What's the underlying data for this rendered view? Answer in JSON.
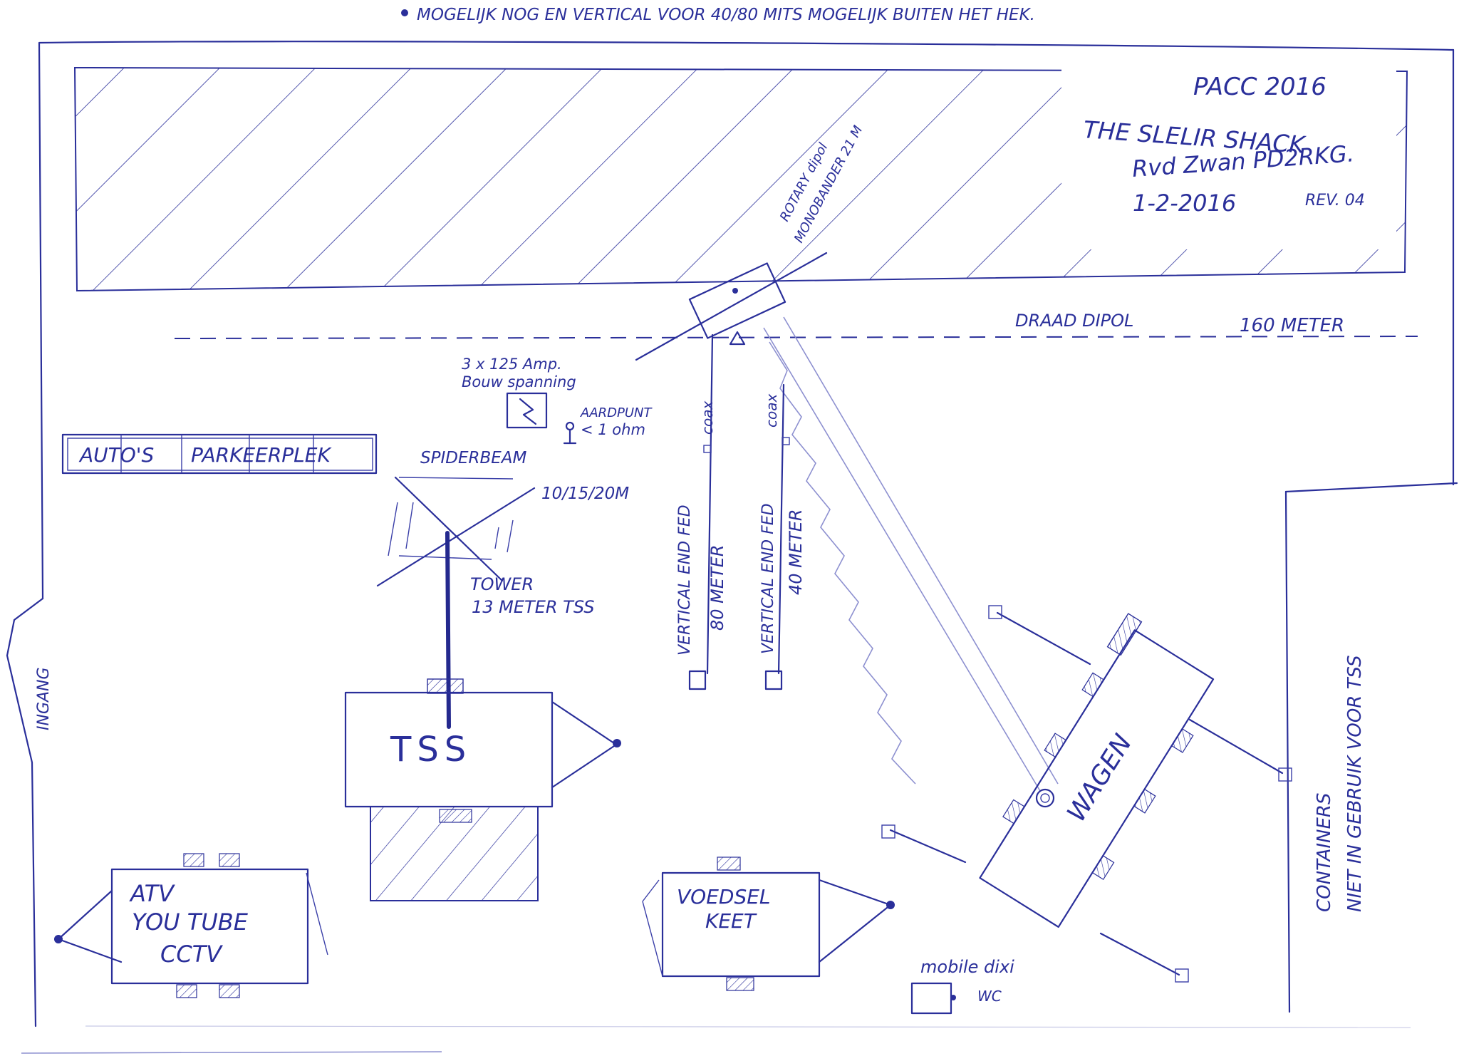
{
  "note_top": "MOGELIJK NOG EN VERTICAL VOOR 40/80 MITS MOGELIJK BUITEN HET HEK.",
  "title_block": {
    "line1": "PACC 2016",
    "line2": "THE SLELIR SHACK",
    "line3": "Rvd Zwan PD2RKG.",
    "line4": "1-2-2016",
    "rev": "REV. 04"
  },
  "rotary": {
    "line1": "ROTARY dipol",
    "line2": "MONOBANDER 21 M"
  },
  "wire_dipole": {
    "label": "DRAAD DIPOL",
    "band": "160 METER"
  },
  "power": {
    "line1": "3 x 125 Amp.",
    "line2": "Bouw spanning"
  },
  "ground": {
    "line1": "AARDPUNT",
    "line2": "< 1 ohm"
  },
  "parking": {
    "label1": "AUTO'S",
    "label2": "PARKEERPLEK"
  },
  "spiderbeam": {
    "label": "SPIDERBEAM",
    "bands": "10/15/20M"
  },
  "tower": {
    "line1": "TOWER",
    "line2": "13 METER TSS"
  },
  "tss": {
    "label": "TSS"
  },
  "vertical80": {
    "line1": "VERTICAL END FED",
    "line2": "80 METER",
    "coax": "coax"
  },
  "vertical40": {
    "line1": "VERTICAL END FED",
    "line2": "40 METER",
    "coax": "coax"
  },
  "entrance": {
    "label": "INGANG"
  },
  "wagen": {
    "label": "WAGEN"
  },
  "containers": {
    "line1": "CONTAINERS",
    "line2": "NIET IN GEBRUIK VOOR TSS"
  },
  "atv": {
    "line1": "ATV",
    "line2": "YOU TUBE",
    "line3": "CCTV"
  },
  "voedsel": {
    "line1": "VOEDSEL",
    "line2": "KEET"
  },
  "dixi": {
    "line1": "mobile dixi",
    "line2": "WC"
  }
}
